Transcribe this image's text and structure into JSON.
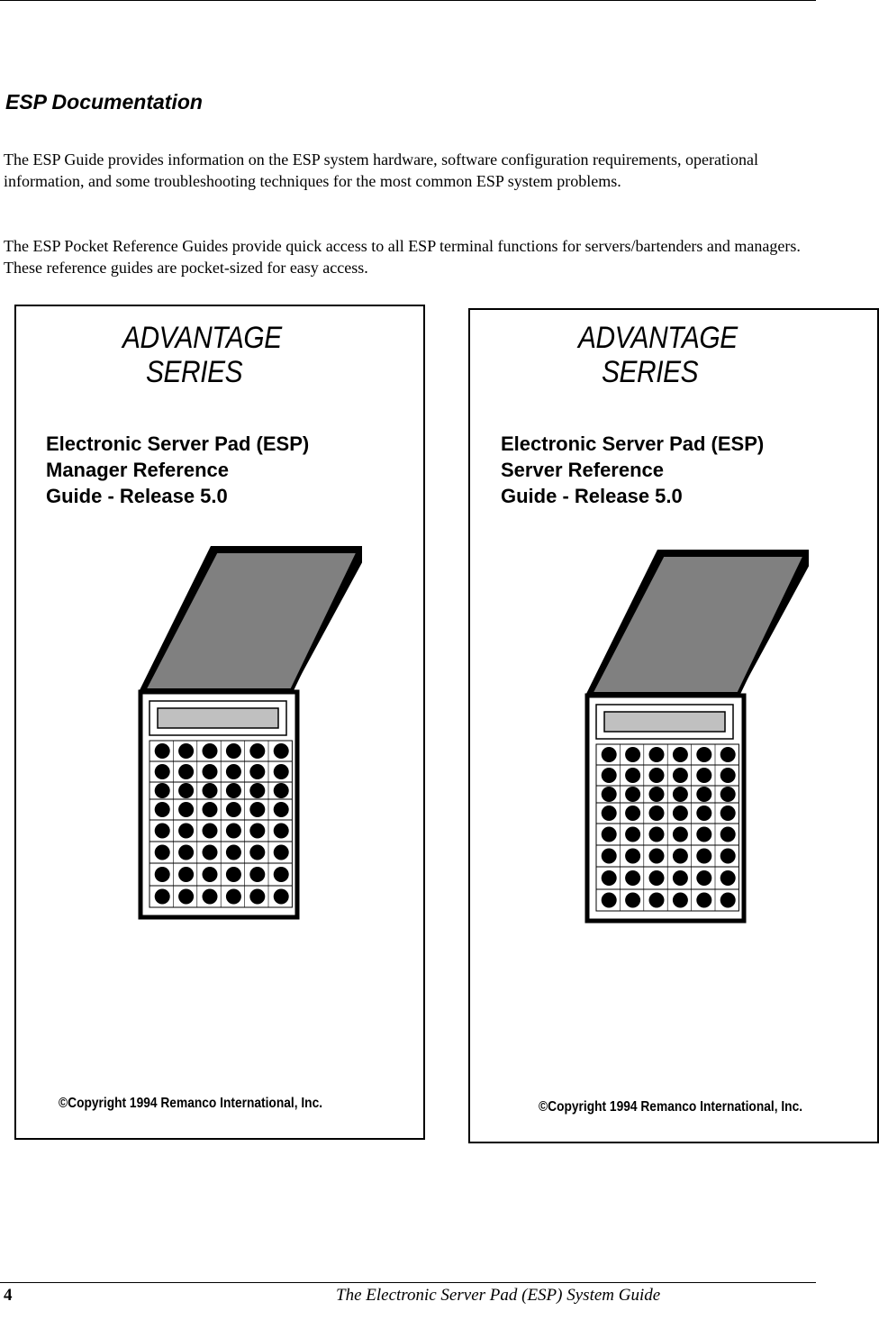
{
  "section": {
    "heading": "ESP Documentation",
    "paragraph1": "The ESP Guide provides information on the ESP system hardware, software configuration requirements, operational information, and some troubleshooting techniques for the most common ESP system problems.",
    "paragraph2": "The ESP Pocket Reference Guides provide quick access to all ESP terminal functions for servers/bartenders and managers.  These reference guides are pocket-sized for easy access."
  },
  "covers": [
    {
      "brand_line1": "ADVANTAGE",
      "brand_line2": "SERIES",
      "title_line1": "Electronic Server Pad (ESP)",
      "title_line2": "Manager Reference",
      "title_line3": "Guide - Release 5.0",
      "copyright": "©Copyright 1994 Remanco International, Inc."
    },
    {
      "brand_line1": "ADVANTAGE",
      "brand_line2": "SERIES",
      "title_line1": "Electronic Server Pad (ESP)",
      "title_line2": "Server Reference",
      "title_line3": "Guide - Release 5.0",
      "copyright": "©Copyright 1994 Remanco International, Inc."
    }
  ],
  "device_illustration": {
    "key_rows": 8,
    "key_columns": 6,
    "lid_color": "#808080",
    "screen_color": "#c0c0c0"
  },
  "footer": {
    "page_number": "4",
    "document_title": "The Electronic Server Pad (ESP) System Guide"
  }
}
